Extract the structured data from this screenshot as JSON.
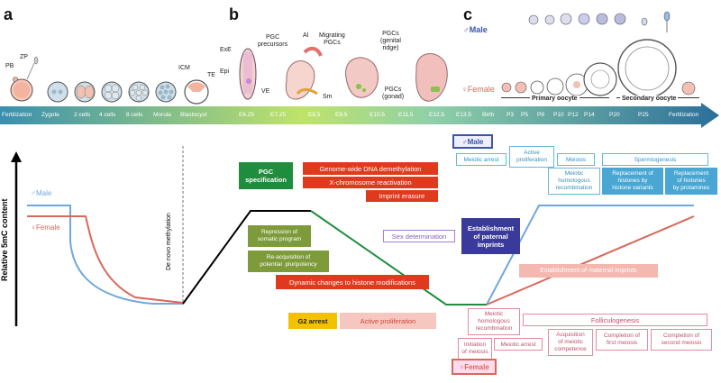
{
  "panels": {
    "a": "a",
    "b": "b",
    "c": "c"
  },
  "timeline": {
    "stages": [
      "Fertilization",
      "Zygote",
      "2 cells",
      "4 cells",
      "8 cells",
      "Morula",
      "Blastocyst",
      "E6.25",
      "E7.25",
      "E8.5",
      "E9.5",
      "E10.5",
      "E11.5",
      "E12.5",
      "E13.5",
      "Birth",
      "P3",
      "P5",
      "P8",
      "P10",
      "P12",
      "P14",
      "P20",
      "P25",
      "Fertilization"
    ]
  },
  "panel_a_labels": {
    "pb": "PB",
    "zp": "ZP",
    "icm": "ICM",
    "te": "TE"
  },
  "panel_b_labels": {
    "exe": "ExE",
    "epi": "Epi",
    "ve": "VE",
    "pgc_precursors": "PGC\nprecursors",
    "al": "Al",
    "migrating": "Migrating\nPGCs",
    "sm": "Sm",
    "genital_ridge": "PGCs\n(genital\nridge)",
    "gonad": "PGCs\n(gonad)"
  },
  "panel_c_labels": {
    "male": "♂Male",
    "female": "♀Female",
    "primary_oocyte": "Primary oocyte",
    "secondary_oocyte": "Secondary oocyte"
  },
  "plot": {
    "ylabel": "Relative 5mC content",
    "male_legend": "♂Male",
    "female_legend": "♀Female",
    "de_novo": "De novo methylation"
  },
  "boxes": {
    "pgc_spec": "PGC\nspecification",
    "genome_wide": "Genome-wide DNA   demethylation",
    "x_reactivation": "X-chromosome reactivation",
    "imprint_erasure": "Imprint erasure",
    "repression": "Repression of\nsomatic program",
    "reacquisition": "Re-acquisition of\npotential  pluripotency",
    "histone_mods": "Dynamic changes to histone modifications",
    "sex_det": "Sex determination",
    "g2_arrest": "G2 arrest",
    "active_prolif": "Active proliferation",
    "male_tag": "♂Male",
    "meiotic_arrest_m": "Meiotic arrest",
    "active_prolif_m": "Active\nproliferation",
    "meiosis_m": "Meiosis",
    "meiotic_hom_m": "Meiotic\nhomologous\nrecombination",
    "spermiogenesis": "Spermiogenesis",
    "repl_variants": "Replacement of\nhistones by\nhistone variants",
    "repl_protamines": "Replacement\nof histones\nby protamines",
    "paternal": "Establishment\nof paternal\nimprints",
    "maternal": "Establishment of maternal imprints",
    "meiotic_hom_f": "Meiotic\nhomologous\nrecombination",
    "folliculogenesis": "Folliculogenesis",
    "init_meiosis": "Initiation\nof meiosis",
    "meiotic_arrest_f": "Meiotic arrest",
    "acq_competence": "Acquisition\nof meiotic\ncompetence",
    "first_meiosis": "Completion of\nfirst meiosis",
    "second_meiosis": "Completion of\nsecond meiosis",
    "female_tag": "♀Female"
  },
  "colors": {
    "male": "#6fa8dc",
    "female": "#d9685a",
    "timeline_start": "#3a8fb0",
    "timeline_mid": "#bfe36a",
    "timeline_end": "#2a6f9a"
  }
}
